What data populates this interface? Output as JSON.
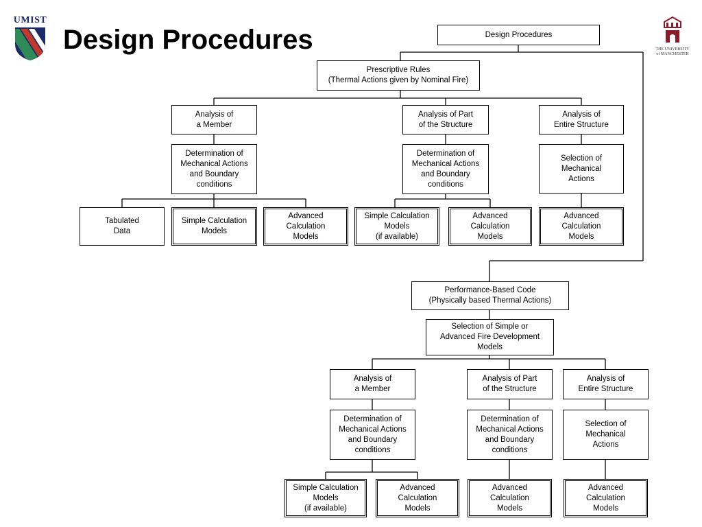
{
  "header": {
    "logo_left_text": "UMIST",
    "title": "Design Procedures",
    "logo_right_text": "THE UNIVERSITY\nof MANCHESTER"
  },
  "diagram": {
    "nodes": {
      "root": "Design Procedures",
      "prescriptive": "Prescriptive Rules\n(Thermal Actions given by Nominal Fire)",
      "p_member": "Analysis of\na Member",
      "p_part": "Analysis of Part\nof the Structure",
      "p_entire": "Analysis of\nEntire Structure",
      "p_member_det": "Determination of\nMechanical Actions\nand Boundary\nconditions",
      "p_part_det": "Determination of\nMechanical Actions\nand Boundary\nconditions",
      "p_entire_sel": "Selection of\nMechanical\nActions",
      "p_tabulated": "Tabulated\nData",
      "p_member_simple": "Simple Calculation\nModels",
      "p_member_adv": "Advanced\nCalculation\nModels",
      "p_part_simple": "Simple Calculation\nModels\n(if available)",
      "p_part_adv": "Advanced\nCalculation\nModels",
      "p_entire_adv": "Advanced\nCalculation\nModels",
      "performance": "Performance-Based Code\n(Physically based Thermal Actions)",
      "fire_dev": "Selection of Simple or\nAdvanced Fire Development\nModels",
      "b_member": "Analysis of\na Member",
      "b_part": "Analysis of Part\nof the Structure",
      "b_entire": "Analysis of\nEntire Structure",
      "b_member_det": "Determination of\nMechanical Actions\nand Boundary\nconditions",
      "b_part_det": "Determination of\nMechanical Actions\nand Boundary\nconditions",
      "b_entire_sel": "Selection of\nMechanical\nActions",
      "b_member_simple": "Simple Calculation\nModels\n(if available)",
      "b_member_adv": "Advanced\nCalculation\nModels",
      "b_part_adv": "Advanced\nCalculation\nModels",
      "b_entire_adv": "Advanced\nCalculation\nModels"
    }
  }
}
